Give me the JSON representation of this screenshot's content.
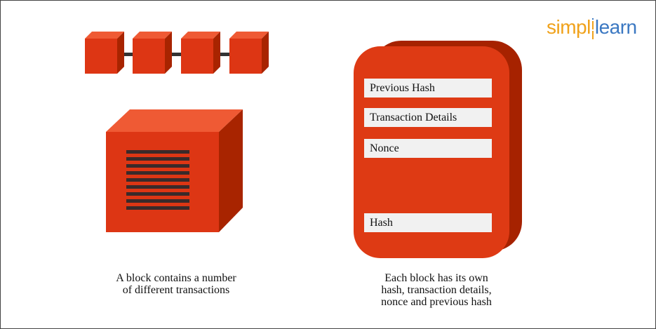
{
  "logo": {
    "part1": "simpl",
    "part2": "learn"
  },
  "fields": {
    "previous_hash": "Previous Hash",
    "transaction_details": "Transaction Details",
    "nonce": "Nonce",
    "hash": "Hash"
  },
  "captions": {
    "left_line1": "A block contains a number",
    "left_line2": "of different transactions",
    "right_line1": "Each block has its own",
    "right_line2": "hash, transaction details,",
    "right_line3": "nonce and previous hash"
  },
  "colors": {
    "cube_front": "#dd3614",
    "cube_top": "#ef5a34",
    "cube_side": "#a82400",
    "stripe": "#3a2a2a",
    "card_front": "#de3a14",
    "card_back": "#a62200",
    "logo_orange": "#f0a21b",
    "logo_blue": "#3b78c2"
  }
}
